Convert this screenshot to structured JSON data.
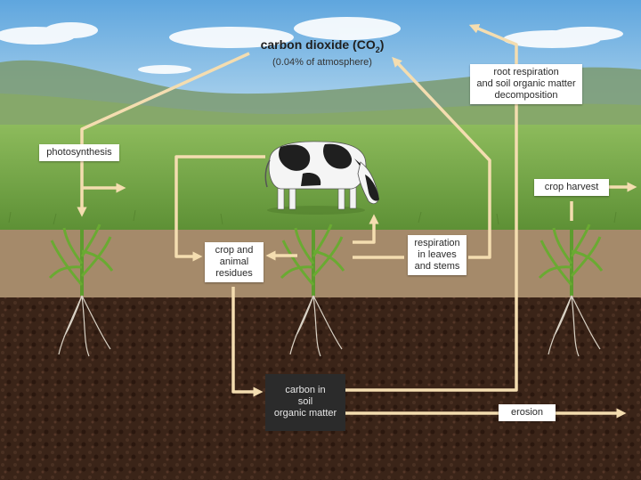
{
  "atmosphere": {
    "title_main": "carbon dioxide (CO",
    "title_sub": "2",
    "title_end": ")",
    "subtitle": "(0.04% of atmosphere)"
  },
  "labels": {
    "photosynthesis": "photosynthesis",
    "crop_residues": [
      "crop and",
      "animal",
      "residues"
    ],
    "respiration_leaves": [
      "respiration",
      "in leaves",
      "and stems"
    ],
    "root_respiration": [
      "root respiration",
      "and soil organic matter",
      "decomposition"
    ],
    "crop_harvest": "crop harvest",
    "soil_carbon": [
      "carbon in",
      "soil",
      "organic matter"
    ],
    "erosion": "erosion"
  },
  "colors": {
    "arrow": "#f4ddb0",
    "sky": "#8fc3e6",
    "grass": "#78a848",
    "soil_band": "#a58a6a",
    "deep_soil": "#3a2418"
  }
}
